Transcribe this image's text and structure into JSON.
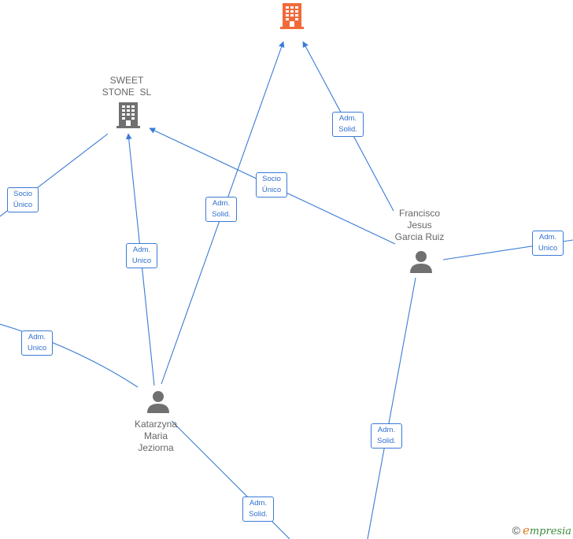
{
  "nodes": {
    "top_company": {
      "label": "",
      "color": "#f26a3a"
    },
    "sweet_stone": {
      "label_line1": "SWEET",
      "label_line2": "STONE  SL",
      "color": "#707070"
    },
    "francisco": {
      "line1": "Francisco",
      "line2": "Jesus",
      "line3": "Garcia Ruiz",
      "color": "#707070"
    },
    "katarzyna": {
      "line1": "Katarzyna",
      "line2": "Maria",
      "line3": "Jeziorna",
      "color": "#707070"
    }
  },
  "badges": {
    "socio_left": {
      "l1": "Socio",
      "l2": "Único"
    },
    "adm_unico_left": {
      "l1": "Adm.",
      "l2": "Unico"
    },
    "adm_unico_mid": {
      "l1": "Adm.",
      "l2": "Unico"
    },
    "adm_solid_mid": {
      "l1": "Adm.",
      "l2": "Solid."
    },
    "socio_center": {
      "l1": "Socio",
      "l2": "Único"
    },
    "adm_solid_top": {
      "l1": "Adm.",
      "l2": "Solid."
    },
    "adm_unico_right": {
      "l1": "Adm.",
      "l2": "Unico"
    },
    "adm_solid_right": {
      "l1": "Adm.",
      "l2": "Solid."
    },
    "adm_solid_bottom": {
      "l1": "Adm.",
      "l2": "Solid."
    }
  },
  "footer": {
    "copyright": "©",
    "brand_e": "e",
    "brand_rest": "mpresia"
  },
  "colors": {
    "edge": "#3a7bd5",
    "highlight_company": "#f26a3a",
    "neutral_node": "#707070"
  }
}
